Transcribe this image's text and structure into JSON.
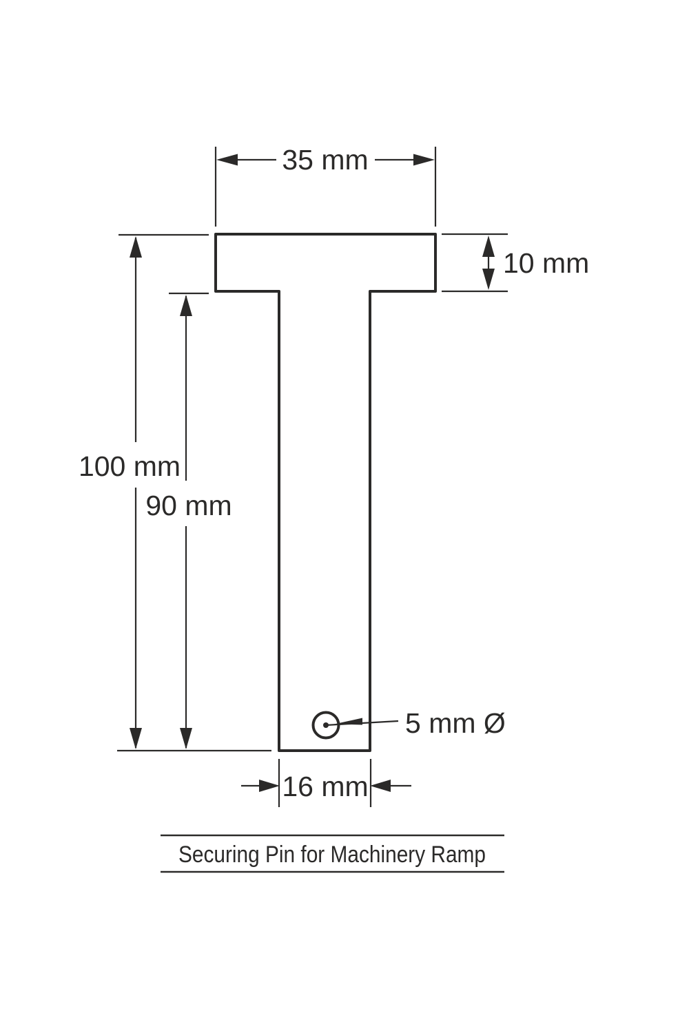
{
  "diagram": {
    "title": "Securing Pin for Machinery Ramp",
    "type": "technical-drawing",
    "part": "T-shaped securing pin, front view, with through-hole near bottom of stem",
    "labels": {
      "top_width": "35 mm",
      "head_height": "10 mm",
      "overall_length": "100 mm",
      "stem_length": "90 mm",
      "stem_width": "16 mm",
      "hole_diameter": "5 mm Ø"
    },
    "colors": {
      "line": "#2b2a29",
      "background": "#ffffff"
    }
  }
}
